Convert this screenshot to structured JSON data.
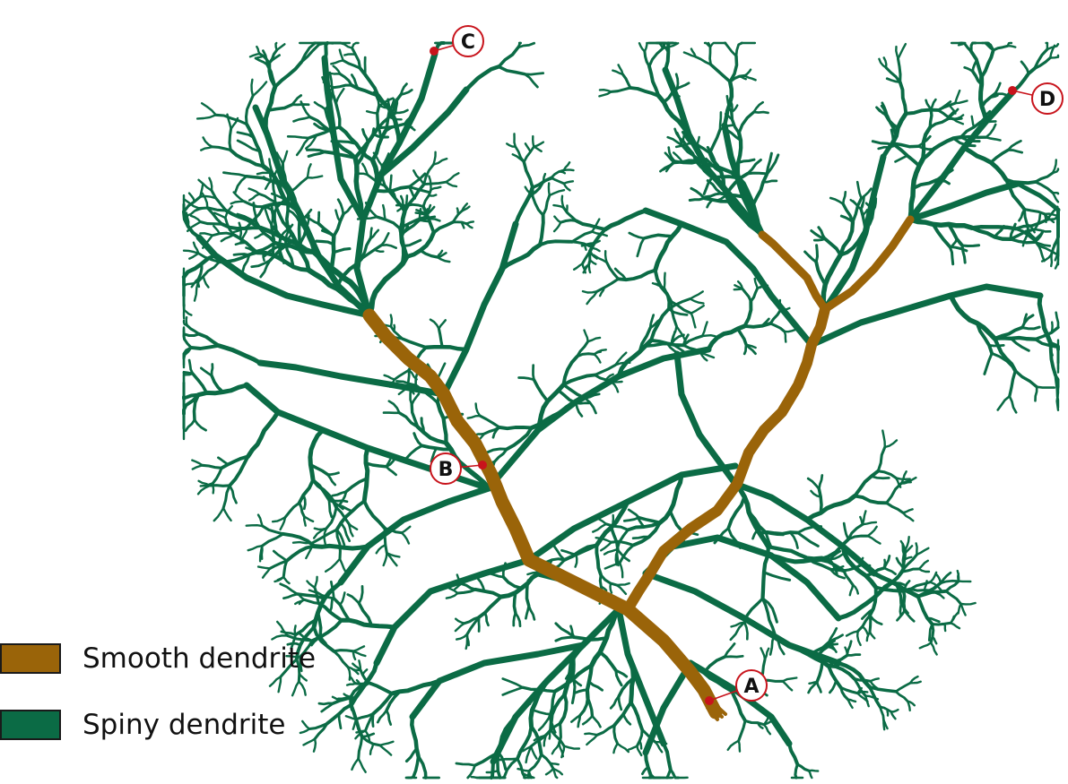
{
  "colors": {
    "smooth": "#9a6409",
    "spiny": "#0b6b45",
    "marker": "#c8141c"
  },
  "markers": [
    {
      "name": "marker-a",
      "letter": "A"
    },
    {
      "name": "marker-b",
      "letter": "B"
    },
    {
      "name": "marker-c",
      "letter": "C"
    },
    {
      "name": "marker-d",
      "letter": "D"
    }
  ],
  "legend": {
    "smooth_label": "Smooth dendrite",
    "spiny_label": "Spiny dendrite"
  }
}
